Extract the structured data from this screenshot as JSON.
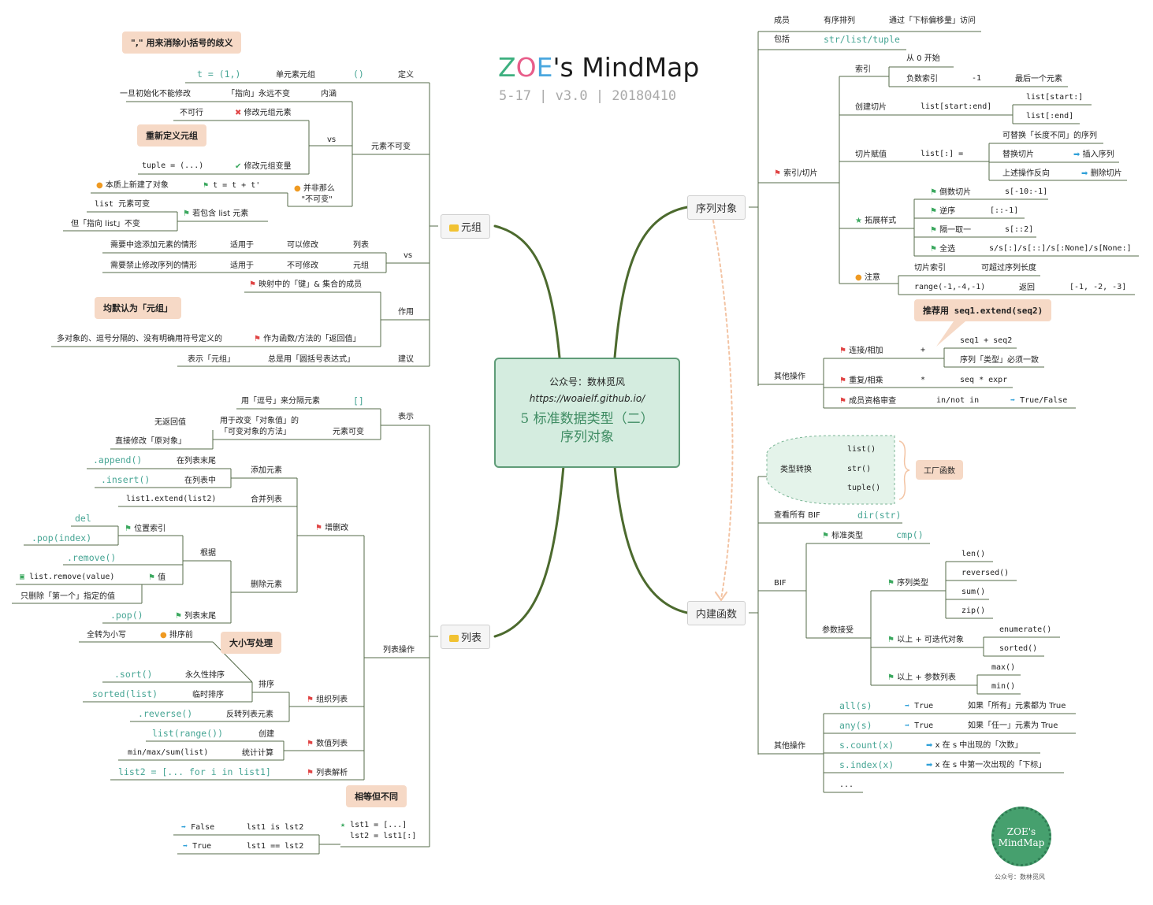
{
  "title": {
    "z": "Z",
    "o": "O",
    "e": "E",
    "rest": "'s MindMap"
  },
  "subtitle": "5-17 | v3.0 | 20180410",
  "center": {
    "line1": "公众号：数林觅风",
    "line2": "https://woaielf.github.io/",
    "line3": "5 标准数据类型（二）",
    "line4": "序列对象"
  },
  "branches": {
    "tuple": "元组",
    "list": "列表",
    "seq": "序列对象",
    "builtin": "内建函数"
  },
  "tuple": {
    "callout_comma": "\",\" 用来消除小括号的歧义",
    "callout_redefine": "重新定义元组",
    "callout_default": "均默认为「元组」",
    "single": "t = (1,)",
    "single_label": "单元素元组",
    "paren": "()",
    "define": "定义",
    "init": "一旦初始化不能修改",
    "pointer": "「指向」永远不变",
    "connotation": "内涵",
    "cannot": "不可行",
    "modify_elem": "修改元组元素",
    "vs": "vs",
    "redefine_code": "tuple = (...)",
    "modify_var": "修改元组变量",
    "immutable": "元素不可变",
    "new_obj": "本质上新建了对象",
    "t_plus": "t = t + t'",
    "not_so": "并非那么",
    "not_mutable": "\"不可变\"",
    "list_mutable": "list 元素可变",
    "contains_list": "若包含 list 元素",
    "pointer_list": "但「指向 list」不变",
    "need_add": "需要中途添加元素的情形",
    "use1": "适用于",
    "can_mod": "可以修改",
    "lst": "列表",
    "need_forbid": "需要禁止修改序列的情形",
    "use2": "适用于",
    "cannot_mod": "不可修改",
    "tpl": "元组",
    "vs2": "vs",
    "mapping": "映射中的「键」& 集合的成员",
    "role": "作用",
    "multi": "多对象的、逗号分隔的、没有明确用符号定义的",
    "return_val": "作为函数/方法的「返回值」",
    "show_tuple": "表示「元组」",
    "always_paren": "总是用「圆括号表达式」",
    "suggest": "建议"
  },
  "list": {
    "comma_sep": "用「逗号」来分隔元素",
    "brackets": "[]",
    "represent": "表示",
    "no_return": "无返回值",
    "method_desc1": "用于改变「对象值」的",
    "method_desc2": "「可变对象的方法」",
    "direct": "直接修改「原对象」",
    "mutable": "元素可变",
    "append": ".append()",
    "at_end": "在列表末尾",
    "insert": ".insert()",
    "in_list": "在列表中",
    "add_elem": "添加元素",
    "extend": "list1.extend(list2)",
    "merge": "合并列表",
    "del": "del",
    "pop_index": ".pop(index)",
    "pos_index": "位置索引",
    "remove": ".remove()",
    "by_basis": "根据",
    "remove_val": "list.remove(value)",
    "value": "值",
    "only_first": "只删除「第一个」指定的值",
    "del_elem": "删除元素",
    "pop": ".pop()",
    "list_end": "列表末尾",
    "crud": "增删改",
    "to_lower": "全转为小写",
    "before_sort": "排序前",
    "callout_case": "大小写处理",
    "sort": ".sort()",
    "perm_sort": "永久性排序",
    "sorted": "sorted(list)",
    "temp_sort": "临时排序",
    "sort_label": "排序",
    "reverse": ".reverse()",
    "reverse_label": "反转列表元素",
    "organize": "组织列表",
    "list_ops": "列表操作",
    "range_code": "list(range())",
    "create": "创建",
    "minmax": "min/max/sum(list)",
    "stats": "统计计算",
    "num_list": "数值列表",
    "comp": "list2 = [... for i in list1]",
    "comp_label": "列表解析",
    "callout_equal": "相等但不同",
    "false_v": "False",
    "is_code": "lst1 is lst2",
    "true_v": "True",
    "eq_code": "lst1 == lst2",
    "copy1": "lst1 = [...]",
    "copy2": "lst2 = lst1[:]"
  },
  "seq": {
    "member": "成员",
    "ordered": "有序排列",
    "access": "通过「下标偏移量」访问",
    "include": "包括",
    "types": "str/list/tuple",
    "index": "索引",
    "from0": "从 0 开始",
    "neg_index": "负数索引",
    "minus1": "-1",
    "last_elem": "最后一个元素",
    "create_slice": "创建切片",
    "slice_code": "list[start:end]",
    "start_code": "list[start:]",
    "end_code": "list[:end]",
    "replaceable": "可替换「长度不同」的序列",
    "slice_assign": "切片赋值",
    "assign_code": "list[:] =",
    "replace_slice": "替换切片",
    "insert_seq": "插入序列",
    "reverse_above": "上述操作反向",
    "delete_slice": "删除切片",
    "index_slice": "索引/切片",
    "backward": "倒数切片",
    "back_code": "s[-10:-1]",
    "rev": "逆序",
    "rev_code": "[::-1]",
    "every_other": "隔一取一",
    "eo_code": "s[::2]",
    "all": "全选",
    "all_code": "s/s[:]/s[::]/s[:None]/s[None:]",
    "extend_style": "拓展样式",
    "slice_idx": "切片索引",
    "exceed": "可超过序列长度",
    "note": "注意",
    "range_code": "range(-1,-4,-1)",
    "returns": "返回",
    "result": "[-1, -2, -3]",
    "callout_extend": "推荐用 seq1.extend(seq2)",
    "concat": "连接/相加",
    "plus": "+",
    "concat_code": "seq1 + seq2",
    "same_type": "序列「类型」必须一致",
    "repeat": "重复/相乘",
    "star": "*",
    "repeat_code": "seq * expr",
    "other_ops": "其他操作",
    "membership": "成员资格审查",
    "in_code": "in/not in",
    "bool": "True/False"
  },
  "builtin": {
    "list_f": "list()",
    "str_f": "str()",
    "tuple_f": "tuple()",
    "convert": "类型转换",
    "factory": "工厂函数",
    "view_bif": "查看所有 BIF",
    "dir_code": "dir(str)",
    "std_type": "标准类型",
    "cmp": "cmp()",
    "bif": "BIF",
    "len": "len()",
    "reversed": "reversed()",
    "sum": "sum()",
    "zip": "zip()",
    "seq_type": "序列类型",
    "accept": "参数接受",
    "above_iter": "以上 + 可迭代对象",
    "enumerate": "enumerate()",
    "sorted": "sorted()",
    "above_args": "以上 + 参数列表",
    "max": "max()",
    "min": "min()",
    "all_code": "all(s)",
    "any_code": "any(s)",
    "count_code": "s.count(x)",
    "index_code": "s.index(x)",
    "true_v": "True",
    "all_desc": "如果「所有」元素都为 True",
    "any_desc": "如果「任一」元素为 True",
    "count_desc": "x 在 s 中出现的「次数」",
    "index_desc": "x 在 s 中第一次出现的「下标」",
    "other_ops": "其他操作",
    "ellipsis": "..."
  },
  "badge": {
    "line1": "ZOE's",
    "line2": "MindMap",
    "caption": "公众号：数林觅风"
  }
}
